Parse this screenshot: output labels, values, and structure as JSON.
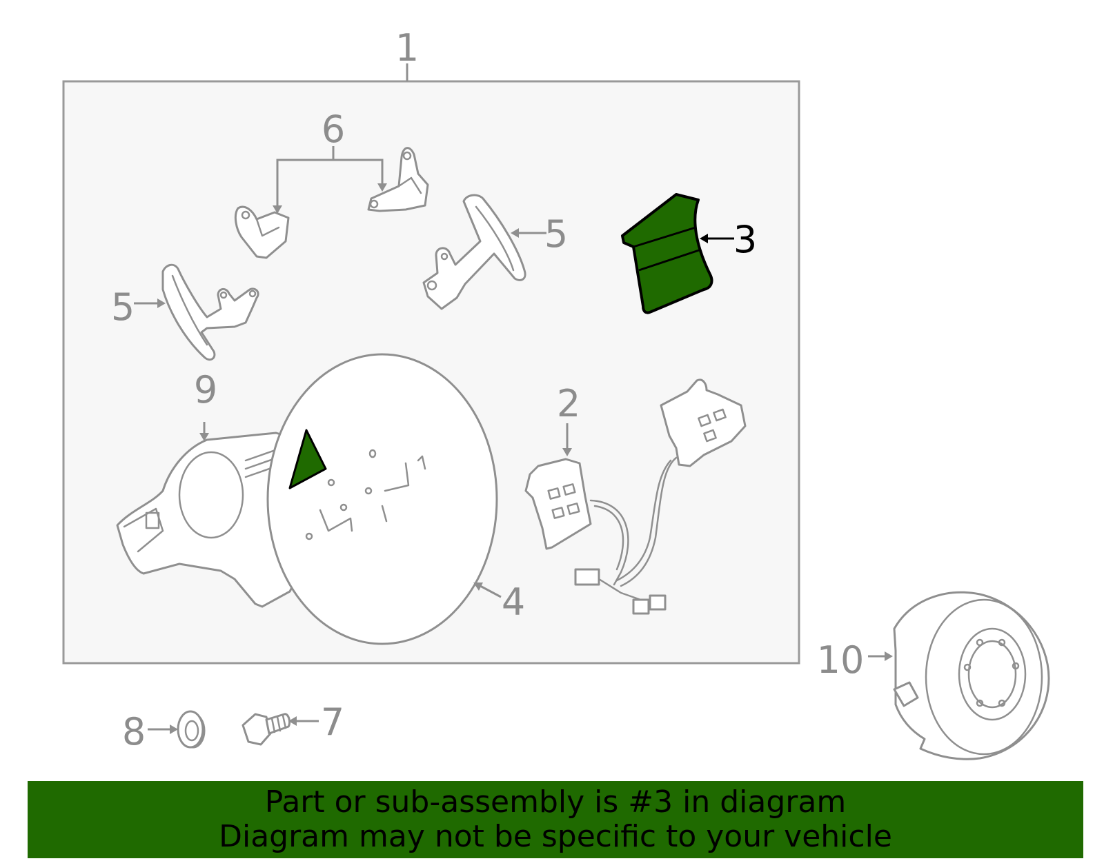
{
  "callouts": {
    "c1": "1",
    "c2": "2",
    "c3": "3",
    "c4": "4",
    "c5a": "5",
    "c5b": "5",
    "c6": "6",
    "c7": "7",
    "c8": "8",
    "c9": "9",
    "c10": "10"
  },
  "highlight": {
    "part_number": "3",
    "color": "#1f6a00"
  },
  "banner": {
    "line1": "Part or sub-assembly is #3 in diagram",
    "line2": "Diagram may not be specific to your vehicle",
    "background": "#1f6a00"
  },
  "colors": {
    "line": "#8f8f8f",
    "panel": "#f7f7f7",
    "highlight": "#1f6a00"
  }
}
